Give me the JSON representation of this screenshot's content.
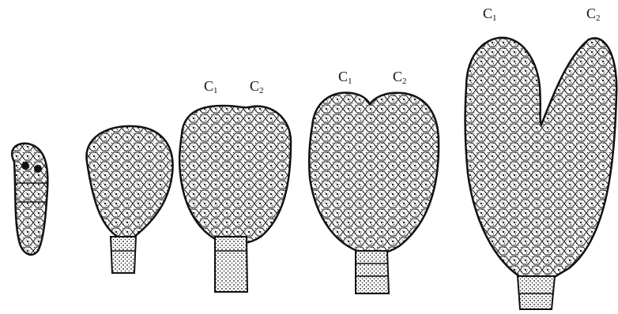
{
  "figure": {
    "stages": [
      {
        "id": "stage-1",
        "labels": []
      },
      {
        "id": "stage-2",
        "labels": []
      },
      {
        "id": "stage-3",
        "labels": [
          {
            "letter": "C",
            "index": "1"
          },
          {
            "letter": "C",
            "index": "2"
          }
        ]
      },
      {
        "id": "stage-4",
        "labels": [
          {
            "letter": "C",
            "index": "1"
          },
          {
            "letter": "C",
            "index": "2"
          }
        ]
      },
      {
        "id": "stage-5",
        "labels": [
          {
            "letter": "C",
            "index": "1"
          },
          {
            "letter": "C",
            "index": "2"
          }
        ]
      }
    ],
    "colors": {
      "ink": "#111111",
      "paper": "#ffffff"
    }
  }
}
